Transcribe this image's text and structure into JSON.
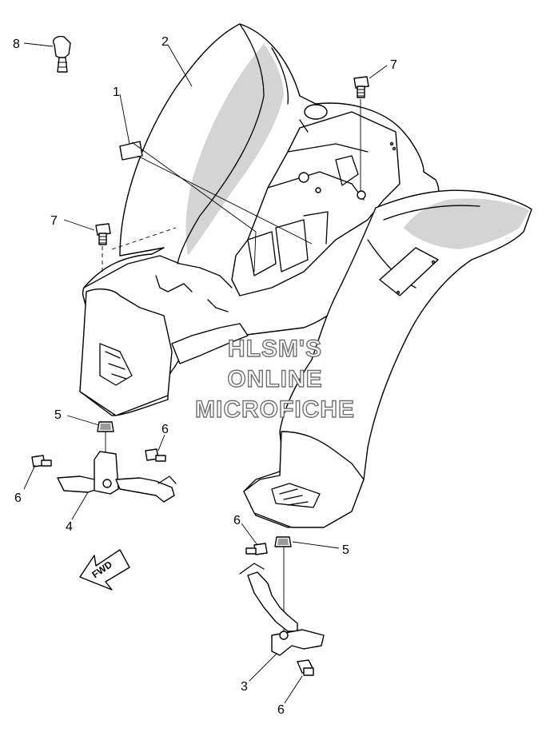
{
  "callouts": {
    "c1": "1",
    "c2": "2",
    "c3": "3",
    "c4": "4",
    "c5a": "5",
    "c5b": "5",
    "c6a": "6",
    "c6b": "6",
    "c6c": "6",
    "c6d": "6",
    "c7a": "7",
    "c7b": "7",
    "c8": "8"
  },
  "fwd_label": "FWD",
  "watermark": {
    "line1": "HLSM'S",
    "line2": "ONLINE",
    "line3": "MICROFICHE"
  }
}
